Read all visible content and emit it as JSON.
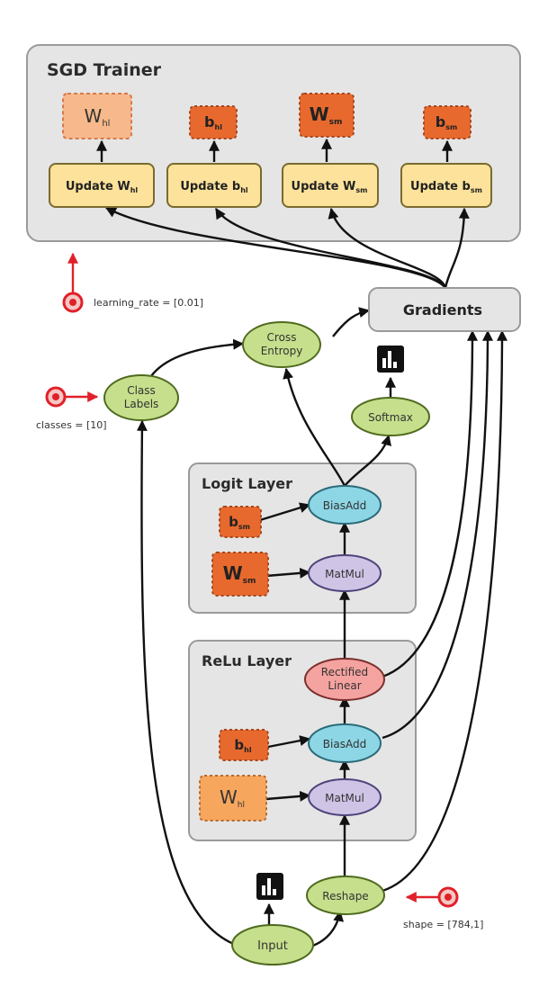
{
  "groups": {
    "sgd_trainer": "SGD Trainer",
    "logit_layer": "Logit Layer",
    "relu_layer": "ReLu Layer"
  },
  "trainer_vars": {
    "w_hl": {
      "base": "W",
      "sub": "hl"
    },
    "b_hl": {
      "base": "b",
      "sub": "hl"
    },
    "w_sm": {
      "base": "W",
      "sub": "sm"
    },
    "b_sm": {
      "base": "b",
      "sub": "sm"
    }
  },
  "updates": {
    "w_hl": {
      "base": "Update W",
      "sub": "hl"
    },
    "b_hl": {
      "base": "Update b",
      "sub": "hl"
    },
    "w_sm": {
      "base": "Update W",
      "sub": "sm"
    },
    "b_sm": {
      "base": "Update b",
      "sub": "sm"
    }
  },
  "ops": {
    "gradients": "Gradients",
    "cross_entropy_1": "Cross",
    "cross_entropy_2": "Entropy",
    "class_labels_1": "Class",
    "class_labels_2": "Labels",
    "softmax": "Softmax",
    "logit_biasadd": "BiasAdd",
    "logit_matmul": "MatMul",
    "rectified_1": "Rectified",
    "rectified_2": "Linear",
    "relu_biasadd": "BiasAdd",
    "relu_matmul": "MatMul",
    "reshape": "Reshape",
    "input": "Input"
  },
  "layer_vars": {
    "b_sm": {
      "base": "b",
      "sub": "sm"
    },
    "w_sm": {
      "base": "W",
      "sub": "sm"
    },
    "b_hl": {
      "base": "b",
      "sub": "hl"
    },
    "w_hl": {
      "base": "W",
      "sub": "hl"
    }
  },
  "params": {
    "learning_rate": "learning_rate = [0.01]",
    "classes": "classes = [10]",
    "shape": "shape = [784,1]"
  },
  "colors": {
    "var_orange": "#e8692e",
    "var_light": "#f7b98b",
    "op_yellow": "#fce29a",
    "op_green": "#c6df8c",
    "op_blue": "#8dd6e5",
    "op_purple": "#cfc4e6",
    "op_pink": "#f5a3a0",
    "group_fill": "#e5e5e5",
    "param_red": "#e0202a"
  }
}
